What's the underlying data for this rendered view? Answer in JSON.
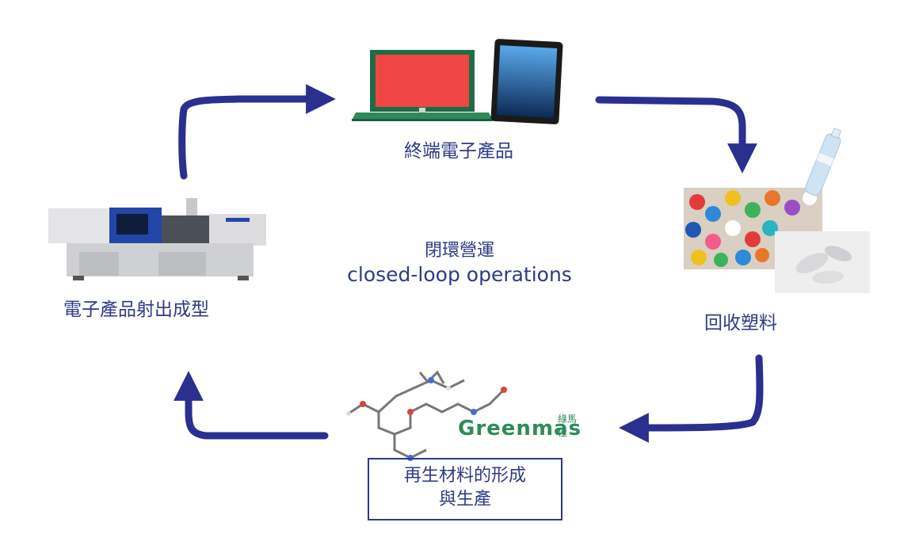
{
  "nodes": {
    "terminal_products": "終端電子產品",
    "recycled_plastic": "回收塑料",
    "recycled_material": {
      "line1": "再生材料的形成",
      "line2": "與生產"
    },
    "injection_molding": "電子產品射出成型"
  },
  "center": {
    "title_zh": "閉環營運",
    "title_en": "closed-loop operations"
  },
  "logo": {
    "text": "Greenmas",
    "subtext": "綠馬仕"
  },
  "colors": {
    "arrow": "#2b2f8f",
    "text": "#2e3a87",
    "logo": "#2e8b57"
  }
}
